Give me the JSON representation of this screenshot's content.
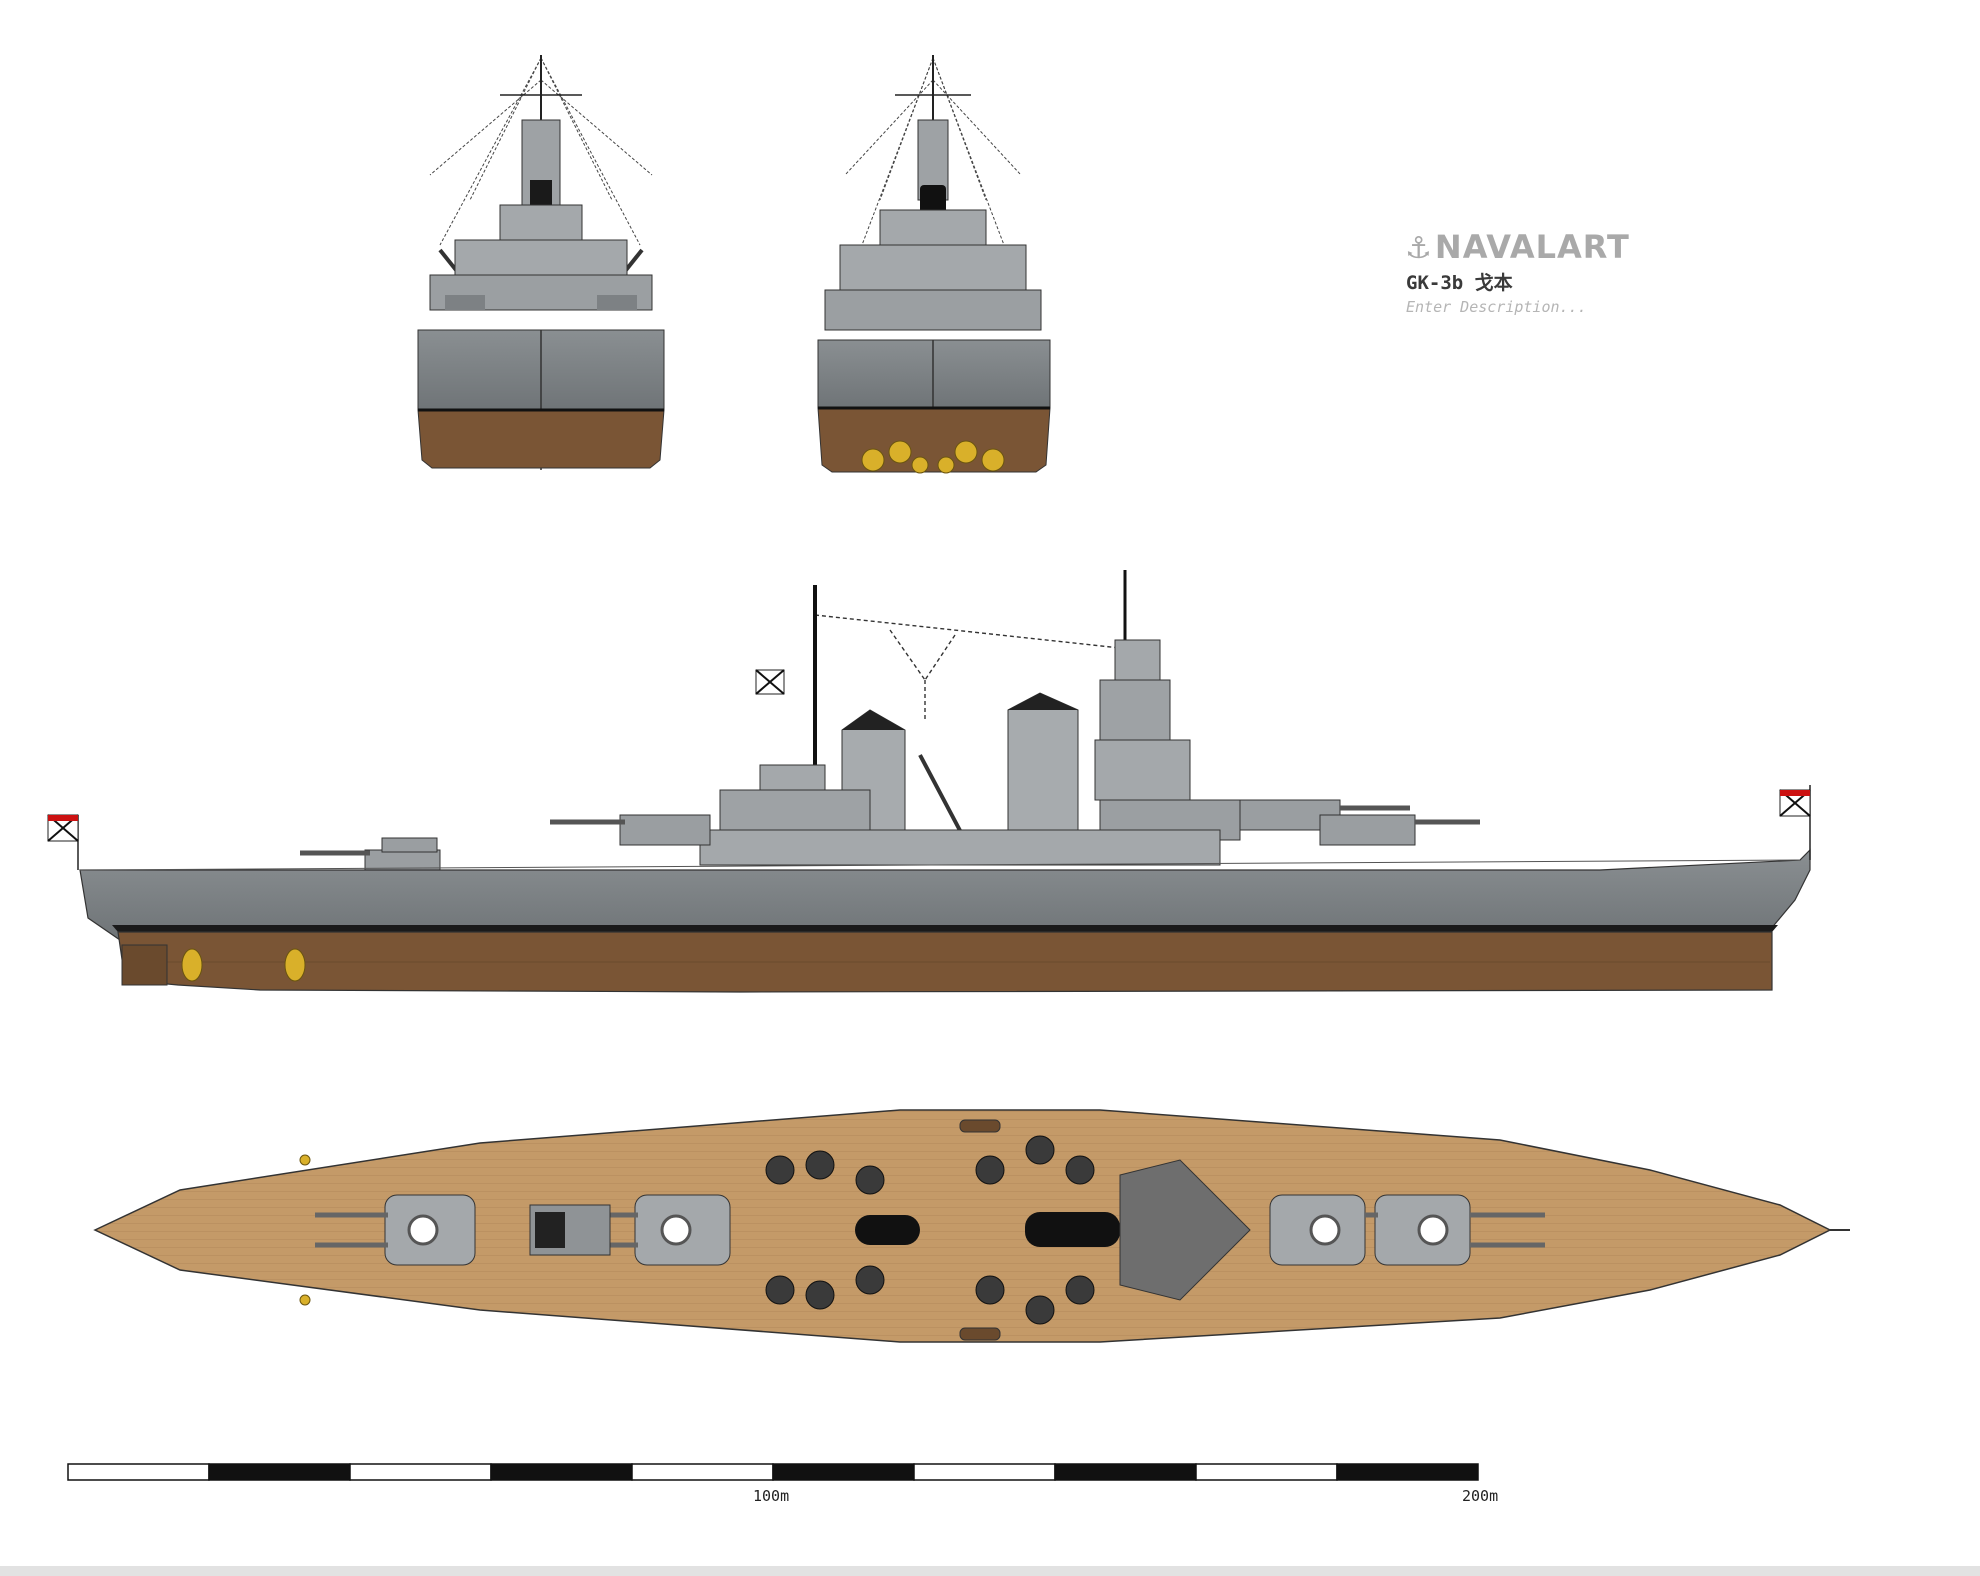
{
  "branding": {
    "logo_text": "NAVALART",
    "design_name": "GK-3b 戈本",
    "description_placeholder": "Enter Description..."
  },
  "views": [
    "front-view",
    "rear-view",
    "side-profile",
    "top-plan"
  ],
  "scale_bar": {
    "labels": [
      "100m",
      "200m"
    ],
    "segments": 10
  },
  "colors": {
    "hull_gray": "#7f8487",
    "superstructure_gray": "#a4a8ab",
    "waterline_red_brown": "#7a5535",
    "deck_wood": "#c49a68",
    "boot_topping": "#1a1a1a",
    "propeller_brass": "#d9b02a"
  }
}
